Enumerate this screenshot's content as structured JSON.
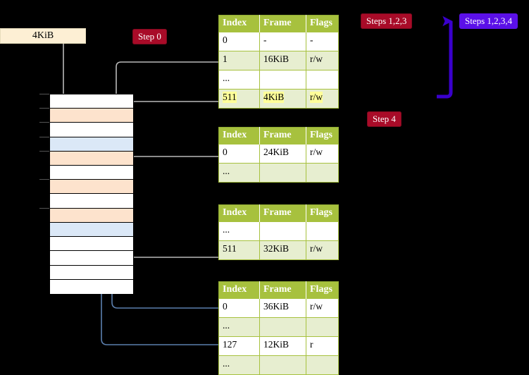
{
  "diagram": {
    "title_badges": [
      {
        "id": "step0",
        "label": "Step 0",
        "color": "#a80b28",
        "style": "dark-red"
      },
      {
        "id": "steps123",
        "label": "Steps 1,2,3",
        "color": "#a80b28",
        "style": "dark-red"
      },
      {
        "id": "steps1234",
        "label": "Steps 1,2,3,4",
        "color": "#5b10e8",
        "style": "blue"
      },
      {
        "id": "step4",
        "label": "Step 4",
        "color": "#a80b28",
        "style": "dark-red"
      }
    ],
    "size_label": {
      "text": "4KiB",
      "background": "#fdefd4"
    },
    "colors": {
      "table_header": "#a7c13e",
      "table_row_alt": "#e7eed0",
      "highlight": "#ffff99",
      "memory_orange": "#fde3cd",
      "memory_blue": "#dbe8f7",
      "wire_grey": "#b0b0b0",
      "wire_blue": "#5b7fae",
      "big_arrow": "#3a00cc"
    }
  },
  "memory_column": {
    "name": "physical-memory",
    "rows": [
      {
        "index": 0,
        "fill": "white"
      },
      {
        "index": 1,
        "fill": "orange"
      },
      {
        "index": 2,
        "fill": "white"
      },
      {
        "index": 3,
        "fill": "blue"
      },
      {
        "index": 4,
        "fill": "orange"
      },
      {
        "index": 5,
        "fill": "white"
      },
      {
        "index": 6,
        "fill": "orange"
      },
      {
        "index": 7,
        "fill": "white"
      },
      {
        "index": 8,
        "fill": "orange"
      },
      {
        "index": 9,
        "fill": "blue"
      },
      {
        "index": 10,
        "fill": "white"
      },
      {
        "index": 11,
        "fill": "white"
      },
      {
        "index": 12,
        "fill": "white"
      },
      {
        "index": 13,
        "fill": "white"
      }
    ]
  },
  "tables": [
    {
      "name": "page-table-level-4",
      "headers": [
        "Index",
        "Frame",
        "Flags"
      ],
      "rows": [
        {
          "cells": [
            "0",
            "-",
            "-"
          ],
          "shade": "plain",
          "highlight": false
        },
        {
          "cells": [
            "1",
            "16KiB",
            "r/w"
          ],
          "shade": "alt",
          "highlight": false
        },
        {
          "cells": [
            "...",
            "",
            ""
          ],
          "shade": "plain",
          "highlight": false
        },
        {
          "cells": [
            "511",
            "4KiB",
            "r/w"
          ],
          "shade": "alt",
          "highlight": true
        }
      ]
    },
    {
      "name": "page-table-level-3",
      "headers": [
        "Index",
        "Frame",
        "Flags"
      ],
      "rows": [
        {
          "cells": [
            "0",
            "24KiB",
            "r/w"
          ],
          "shade": "plain",
          "highlight": false
        },
        {
          "cells": [
            "...",
            "",
            ""
          ],
          "shade": "alt",
          "highlight": false
        }
      ]
    },
    {
      "name": "page-table-level-2",
      "headers": [
        "Index",
        "Frame",
        "Flags"
      ],
      "rows": [
        {
          "cells": [
            "...",
            "",
            ""
          ],
          "shade": "plain",
          "highlight": false
        },
        {
          "cells": [
            "511",
            "32KiB",
            "r/w"
          ],
          "shade": "alt",
          "highlight": false
        }
      ]
    },
    {
      "name": "page-table-level-1",
      "headers": [
        "Index",
        "Frame",
        "Flags"
      ],
      "rows": [
        {
          "cells": [
            "0",
            "36KiB",
            "r/w"
          ],
          "shade": "plain",
          "highlight": false
        },
        {
          "cells": [
            "...",
            "",
            ""
          ],
          "shade": "alt",
          "highlight": false
        },
        {
          "cells": [
            "127",
            "12KiB",
            "r"
          ],
          "shade": "plain",
          "highlight": false
        },
        {
          "cells": [
            "...",
            "",
            ""
          ],
          "shade": "alt",
          "highlight": false
        }
      ]
    }
  ]
}
